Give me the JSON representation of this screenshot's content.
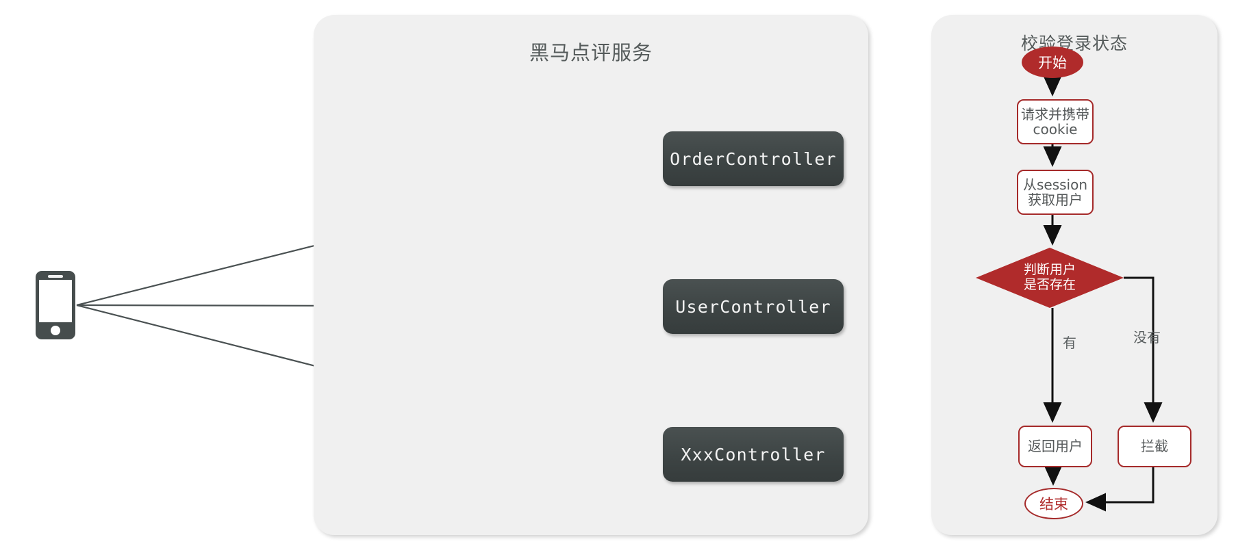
{
  "service_panel": {
    "title": "黑马点评服务",
    "controllers": [
      {
        "label": "OrderController"
      },
      {
        "label": "UserController"
      },
      {
        "label": "XxxController"
      }
    ]
  },
  "client": {
    "icon": "mobile-phone-icon"
  },
  "flow_panel": {
    "title": "校验登录状态",
    "nodes": {
      "start": "开始",
      "request_cookie": "请求并携带\ncookie",
      "get_user_from_session": "从session\n获取用户",
      "decision": "判断用户\n是否存在",
      "return_user": "返回用户",
      "block": "拦截",
      "end": "结束"
    },
    "edge_labels": {
      "yes": "有",
      "no": "没有"
    }
  },
  "colors": {
    "panel_bg": "#f0f0f0",
    "controller_fill": "#3d4444",
    "controller_text": "#f3f3f3",
    "accent_red": "#a52a2a",
    "decision_fill": "#b02b2b",
    "title_text": "#555b5b",
    "arrow_gray": "#4a5152",
    "arrow_black": "#000000",
    "phone_body": "#464d4d"
  }
}
